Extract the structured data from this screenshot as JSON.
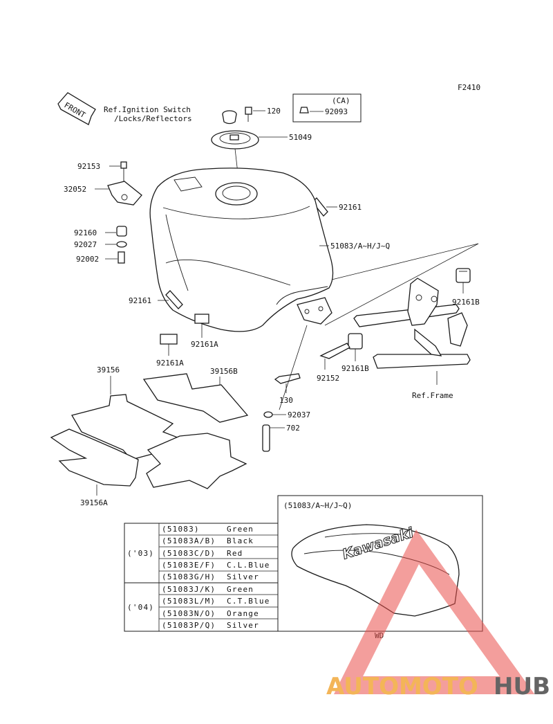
{
  "figure_code": "F2410",
  "front_label": "FRONT",
  "ca_box": {
    "title": "(CA)",
    "part": "92093"
  },
  "refs": {
    "ignition": [
      "Ref.Ignition Switch",
      "/Locks/Reflectors"
    ],
    "frame": "Ref.Frame"
  },
  "parts": {
    "p120": "120",
    "p51049": "51049",
    "p92153": "92153",
    "p32052": "32052",
    "p92161_top": "92161",
    "p51083": "51083/A~H/J~Q",
    "p92160": "92160",
    "p92027": "92027",
    "p92002": "92002",
    "p92161B_a": "92161B",
    "p92161_left": "92161",
    "p92161A_a": "92161A",
    "p92161A_b": "92161A",
    "p92161B_b": "92161B",
    "p92152": "92152",
    "p39156": "39156",
    "p39156B": "39156B",
    "p130": "130",
    "p92037": "92037",
    "p702": "702",
    "p39156A": "39156A"
  },
  "color_table": {
    "groups": [
      {
        "year": "('03)",
        "rows": [
          {
            "code": "(51083)",
            "color": "Green"
          },
          {
            "code": "(51083A/B)",
            "color": "Black"
          },
          {
            "code": "(51083C/D)",
            "color": "Red"
          },
          {
            "code": "(51083E/F)",
            "color": "C.L.Blue"
          },
          {
            "code": "(51083G/H)",
            "color": "Silver"
          }
        ]
      },
      {
        "year": "('04)",
        "rows": [
          {
            "code": "(51083J/K)",
            "color": "Green"
          },
          {
            "code": "(51083L/M)",
            "color": "C.T.Blue"
          },
          {
            "code": "(51083N/O)",
            "color": "Orange"
          },
          {
            "code": "(51083P/Q)",
            "color": "Silver"
          }
        ]
      }
    ]
  },
  "inset": {
    "title": "(51083/A~H/J~Q)",
    "brand": "Kawasaki",
    "code": "WD"
  },
  "watermark": {
    "text_a": "AUTOMOTO",
    "text_b": "HUB",
    "color_a": "#f2a93b",
    "color_b": "#4a4a4a",
    "triangle_color": "#e8504b"
  }
}
